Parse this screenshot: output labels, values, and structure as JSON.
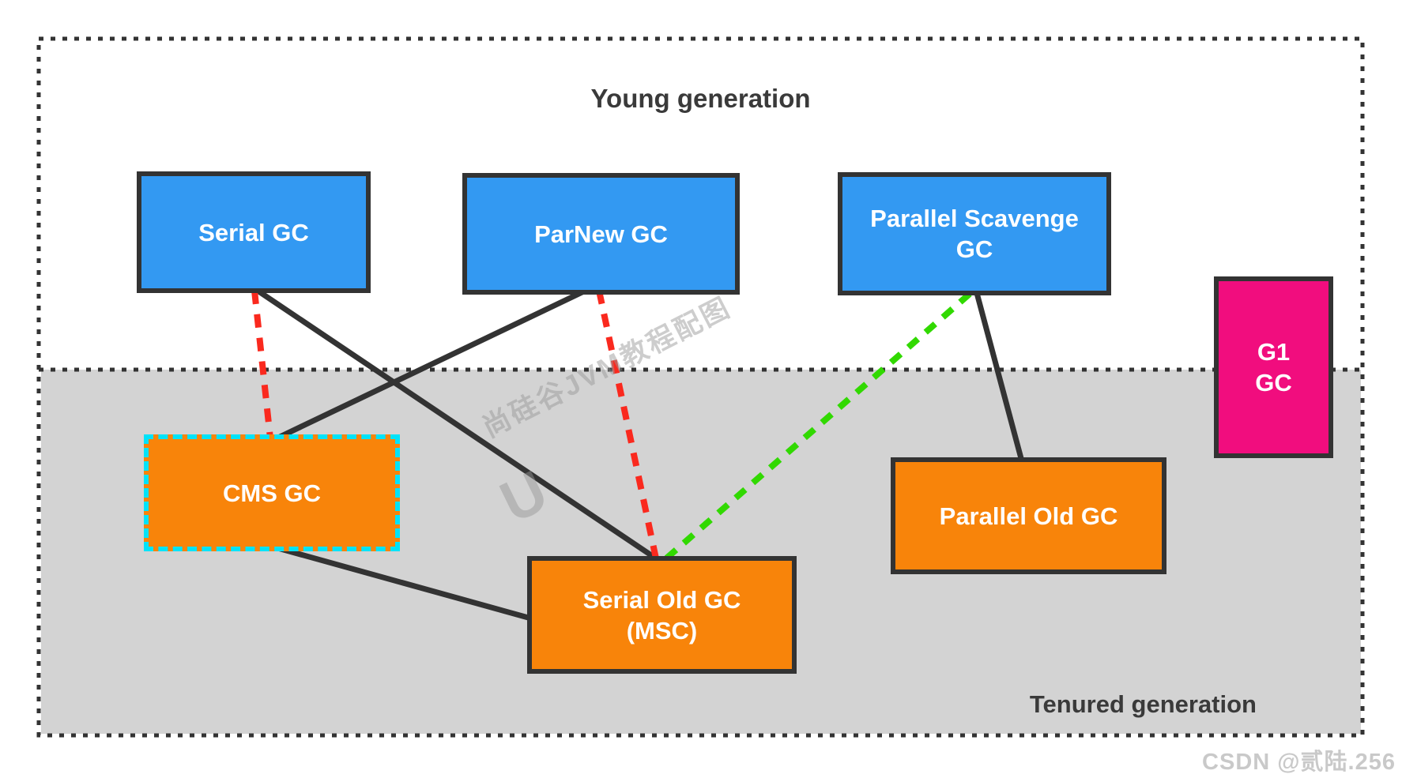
{
  "diagram": {
    "title_young": "Young generation",
    "title_tenured": "Tenured generation",
    "nodes": {
      "serial": {
        "label": "Serial GC",
        "generation": "young"
      },
      "parnew": {
        "label": "ParNew GC",
        "generation": "young"
      },
      "parallel_scavenge": {
        "line1": "Parallel Scavenge",
        "line2": "GC",
        "generation": "young"
      },
      "g1": {
        "line1": "G1",
        "line2": "GC",
        "generation": "both"
      },
      "cms": {
        "label": "CMS GC",
        "generation": "tenured"
      },
      "serial_old": {
        "line1": "Serial Old GC",
        "line2": "(MSC)",
        "generation": "tenured"
      },
      "parallel_old": {
        "label": "Parallel Old GC",
        "generation": "tenured"
      }
    },
    "edges": [
      {
        "from": "Serial GC",
        "to": "CMS GC",
        "style": "dashed-red"
      },
      {
        "from": "Serial GC",
        "to": "Serial Old GC (MSC)",
        "style": "solid-black"
      },
      {
        "from": "ParNew GC",
        "to": "CMS GC",
        "style": "solid-black"
      },
      {
        "from": "ParNew GC",
        "to": "Serial Old GC (MSC)",
        "style": "dashed-red"
      },
      {
        "from": "Parallel Scavenge GC",
        "to": "Serial Old GC (MSC)",
        "style": "dashed-green"
      },
      {
        "from": "Parallel Scavenge GC",
        "to": "Parallel Old GC",
        "style": "solid-black"
      },
      {
        "from": "CMS GC",
        "to": "Serial Old GC (MSC)",
        "style": "solid-black"
      }
    ],
    "colors": {
      "young_node_fill": "#3399f2",
      "tenured_node_fill": "#f8840a",
      "g1_fill": "#f10d7e",
      "tenured_region_fill": "#d3d3d3",
      "node_border": "#333333",
      "cms_dashed_border": "#00e3f9",
      "edge_black": "#333333",
      "edge_red": "#fa291e",
      "edge_green": "#31d900",
      "region_label_text": "#3a3a3a"
    },
    "watermark": {
      "logo_glyph": "U",
      "center_text": "尚硅谷JVM教程配图",
      "corner_text": "CSDN @贰陆.256"
    }
  }
}
